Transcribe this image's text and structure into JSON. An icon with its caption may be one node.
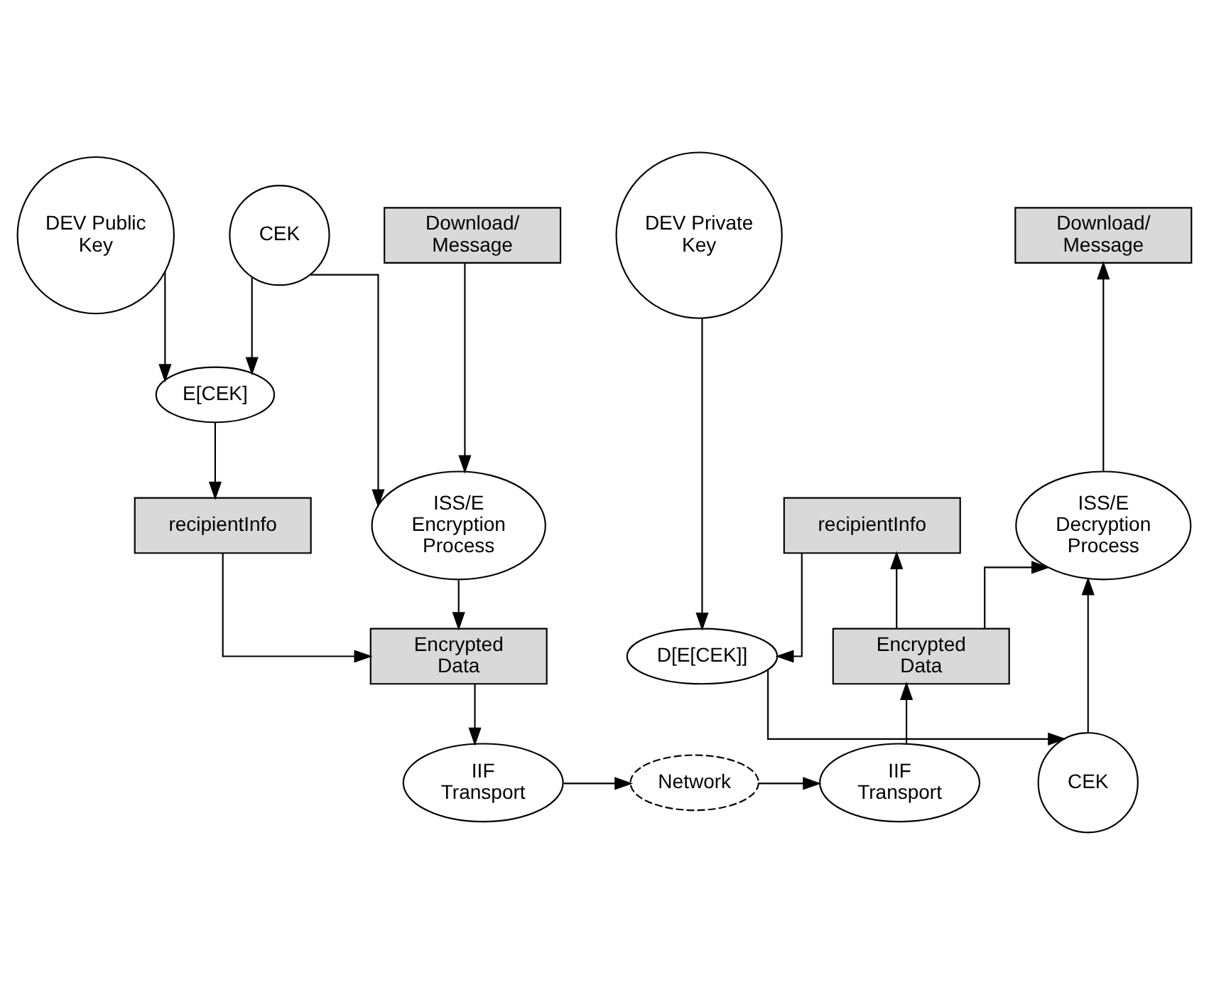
{
  "diagram": {
    "nodes": [
      {
        "text": [
          "Download/ Message"
        ]
      },
      {
        "text": [
          "DEV Public Key"
        ]
      },
      {
        "text": [
          "DEV Private Key"
        ]
      },
      {
        "text": [
          "Download/ Message"
        ]
      },
      {
        "text": [
          "E[CEK]"
        ]
      },
      {
        "text": [
          "D[E[CEK]]"
        ]
      },
      {
        "text": [
          "CEK"
        ]
      },
      {
        "text": [
          "CEK"
        ]
      },
      {
        "text": [
          "ISS/E Encryption Process"
        ]
      },
      {
        "text": [
          "recipientInfo"
        ]
      },
      {
        "text": [
          "recipientInfo"
        ]
      },
      {
        "text": [
          "ISS/E Decryption Process"
        ]
      },
      {
        "text": [
          "Encrypted Data"
        ]
      },
      {
        "text": [
          "Encrypted Data"
        ]
      },
      {
        "text": [
          "IIF Transport"
        ]
      },
      {
        "text": [
          "Network"
        ]
      },
      {
        "text": [
          "IIF Transport"
        ]
      }
    ],
    "edges": [
      {
        "from": 0,
        "to": 8,
        "arrow": "to"
      },
      {
        "from": 1,
        "to": 4,
        "arrow": "to"
      },
      {
        "from": 6,
        "to": 4,
        "arrow": "to"
      },
      {
        "from": 6,
        "to": 8,
        "arrow": "to"
      },
      {
        "from": 4,
        "to": 9,
        "arrow": "to"
      },
      {
        "from": 9,
        "to": 12,
        "arrow": "to"
      },
      {
        "from": 8,
        "to": 12,
        "arrow": "to"
      },
      {
        "from": 12,
        "to": 14,
        "arrow": "to"
      },
      {
        "from": 14,
        "to": 15,
        "arrow": "to"
      },
      {
        "from": 15,
        "to": 16,
        "arrow": "to"
      },
      {
        "from": 16,
        "to": 13,
        "arrow": "to"
      },
      {
        "from": 13,
        "to": 10,
        "arrow": "to"
      },
      {
        "from": 13,
        "to": 11,
        "arrow": "to"
      },
      {
        "from": 10,
        "to": 5,
        "arrow": "to"
      },
      {
        "from": 2,
        "to": 5,
        "arrow": "to"
      },
      {
        "from": 5,
        "to": 7,
        "arrow": "to"
      },
      {
        "from": 7,
        "to": 11,
        "arrow": "to"
      },
      {
        "from": 11,
        "to": 3,
        "arrow": "to"
      }
    ]
  }
}
